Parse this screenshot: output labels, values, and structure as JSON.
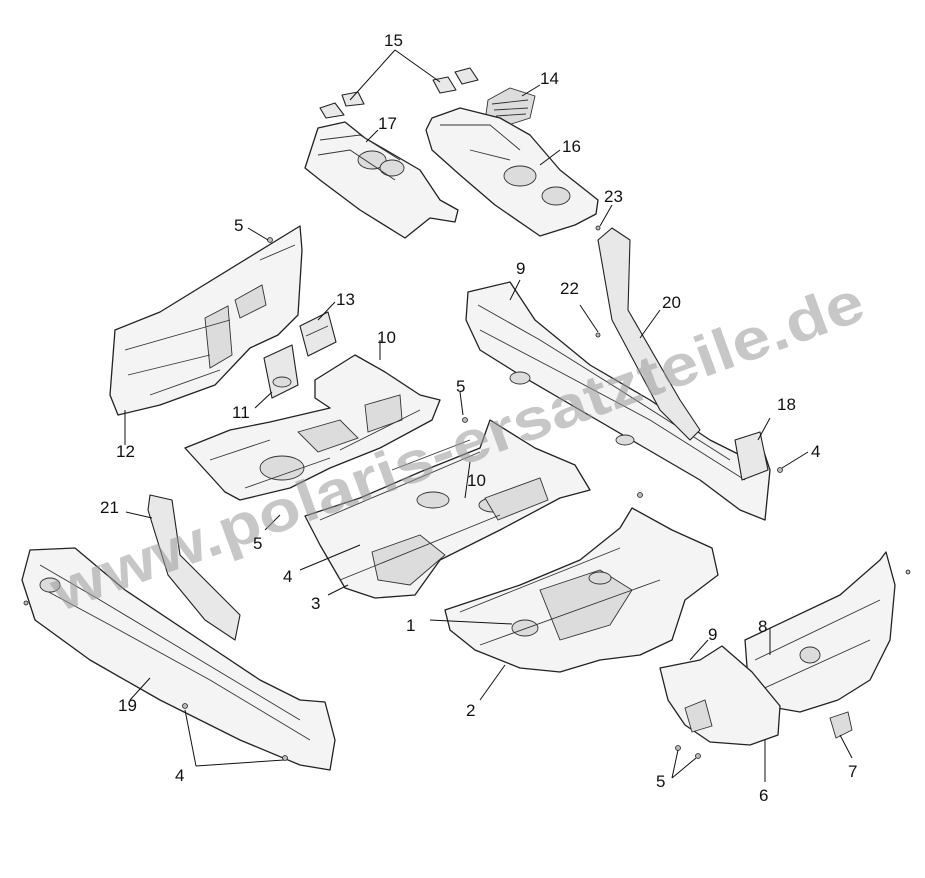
{
  "watermark": "www.polaris-ersatzteile.de",
  "callouts": {
    "c1": "1",
    "c2": "2",
    "c3": "3",
    "c4a": "4",
    "c4b": "4",
    "c4c": "4",
    "c5a": "5",
    "c5b": "5",
    "c5c": "5",
    "c5d": "5",
    "c6": "6",
    "c7": "7",
    "c8": "8",
    "c9a": "9",
    "c9b": "9",
    "c10a": "10",
    "c10b": "10",
    "c11": "11",
    "c12": "12",
    "c13": "13",
    "c14": "14",
    "c15": "15",
    "c16": "16",
    "c17": "17",
    "c18": "18",
    "c19": "19",
    "c20": "20",
    "c21": "21",
    "c22": "22",
    "c23": "23"
  }
}
